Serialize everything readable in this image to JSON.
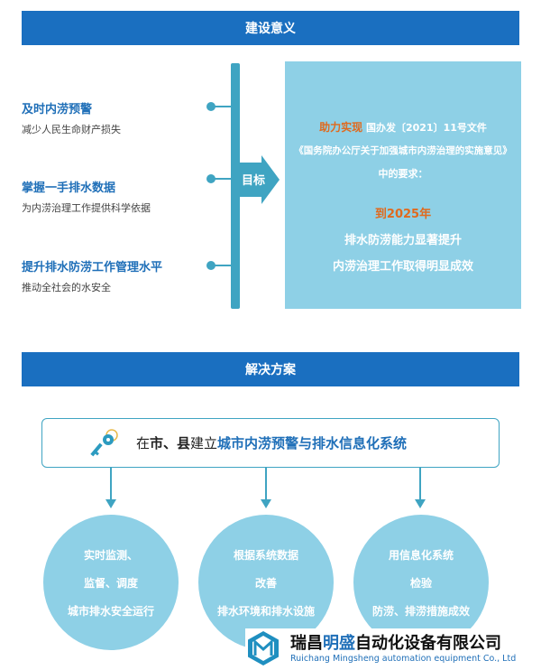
{
  "section1": {
    "header": "建设意义",
    "items": [
      {
        "title": "及时内涝预警",
        "desc": "减少人民生命财产损失"
      },
      {
        "title": "掌握一手排水数据",
        "desc": "为内涝治理工作提供科学依据"
      },
      {
        "title": "提升排水防涝工作管理水平",
        "desc": "推动全社会的水安全"
      }
    ],
    "arrow_label": "目标",
    "target": {
      "line1_prefix": "助力实现",
      "line1_rest": "国办发〔2021〕11号文件",
      "line2": "《国务院办公厅关于加强城市内涝治理的实施意见》",
      "line3": "中的要求：",
      "line4": "到2025年",
      "line5": "排水防涝能力显著提升",
      "line6": "内涝治理工作取得明显成效"
    }
  },
  "section2": {
    "header": "解决方案",
    "solution": {
      "part1": "在",
      "part2": "市、县",
      "part3": "建立",
      "part4": "城市内涝预警与排水信息化系统"
    },
    "circles": [
      {
        "lines": [
          "实时监测、",
          "监督、调度",
          "城市排水安全运行"
        ]
      },
      {
        "lines": [
          "根据系统数据",
          "改善",
          "排水环境和排水设施"
        ]
      },
      {
        "lines": [
          "用信息化系统",
          "检验",
          "防涝、排涝措施成效"
        ]
      }
    ]
  },
  "logo": {
    "name_part1": "瑞昌",
    "name_part2": "明盛",
    "name_part3": "自动化设备有限公司",
    "english": "Ruichang Mingsheng automation equipment Co., Ltd"
  },
  "colors": {
    "banner": "#1a6fc0",
    "accent": "#3fa4c2",
    "panel": "#8ed0e6",
    "highlight": "#e06a1e"
  }
}
